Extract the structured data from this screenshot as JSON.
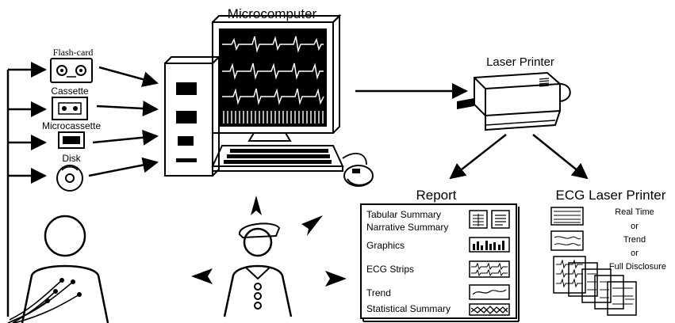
{
  "labels": {
    "microcomputer": "Microcomputer",
    "laser_printer": "Laser Printer",
    "report": "Report",
    "ecg_laser_printer": "ECG Laser Printer"
  },
  "media": [
    "Flash-card",
    "Cassette",
    "Microcassette",
    "Disk"
  ],
  "report_items": [
    "Tabular Summary",
    "Narrative Summary",
    "Graphics",
    "ECG Strips",
    "Trend",
    "Statistical Summary"
  ],
  "ecg_modes": [
    "Real Time",
    "or",
    "Trend",
    "or",
    "Full Disclosure"
  ]
}
